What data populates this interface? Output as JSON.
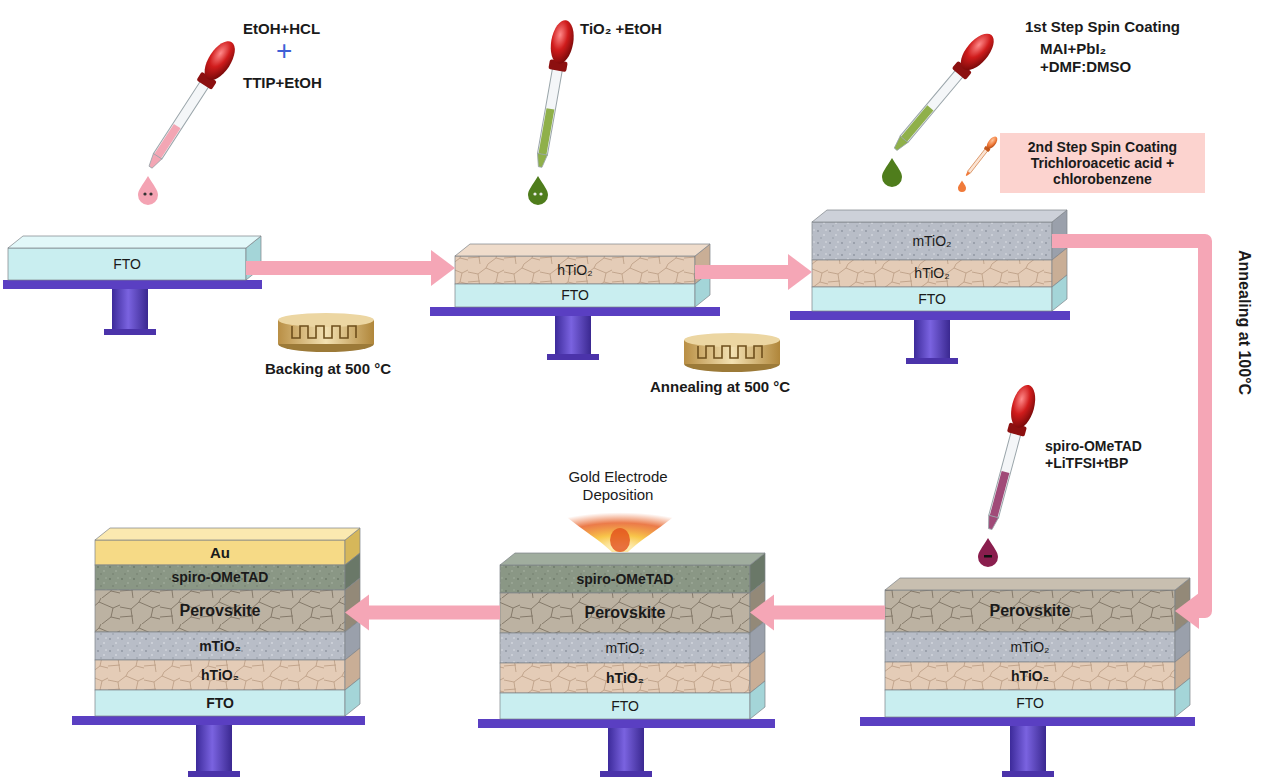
{
  "diagram": {
    "nodes": [
      {
        "text": [
          "FTO"
        ]
      },
      {
        "text": [
          "hTiO₂"
        ]
      },
      {
        "text": [
          "FTO"
        ]
      },
      {
        "text": [
          "2nd Step Spin Coating",
          "Trichloroacetic acid + chlorobenzene"
        ]
      },
      {
        "text": [
          "mTiO₂"
        ]
      },
      {
        "text": [
          "hTiO₂"
        ]
      },
      {
        "text": [
          "FTO"
        ]
      },
      {
        "text": [
          "Au"
        ]
      },
      {
        "text": [
          "spiro-OMeTAD"
        ]
      },
      {
        "text": [
          "Perovskite"
        ]
      },
      {
        "text": [
          "mTiO₂"
        ]
      },
      {
        "text": [
          "hTiO₂"
        ]
      },
      {
        "text": [
          "FTO"
        ]
      },
      {
        "text": [
          "spiro-OMeTAD"
        ]
      },
      {
        "text": [
          "Perovskite"
        ]
      },
      {
        "text": [
          "mTiO₂"
        ]
      },
      {
        "text": [
          "hTiO₂"
        ]
      },
      {
        "text": [
          "FTO"
        ]
      },
      {
        "text": [
          "Perovskite"
        ]
      },
      {
        "text": [
          "mTiO₂"
        ]
      },
      {
        "text": [
          "hTiO₂"
        ]
      },
      {
        "text": [
          "FTO"
        ]
      }
    ],
    "edges": [
      {
        "from": 0,
        "to": 1,
        "arrow": "to"
      },
      {
        "from": 1,
        "to": 5,
        "arrow": "to"
      },
      {
        "from": 4,
        "to": 18,
        "arrow": "to"
      },
      {
        "from": 18,
        "to": 14,
        "arrow": "to"
      },
      {
        "from": 14,
        "to": 9,
        "arrow": "to"
      }
    ],
    "labels": [
      "EtOH+HCL",
      "+",
      "TTIP+EtOH",
      "TiO₂ +EtOH",
      "1st Step Spin Coating",
      "MAI+PbI₂ +DMF:DMSO",
      "Backing at 500 °C",
      "Annealing at 500 °C",
      "Annealing at 100°C",
      "spiro-OMeTAD +LiTFSI+tBP",
      "Gold Electrode Deposition"
    ]
  }
}
